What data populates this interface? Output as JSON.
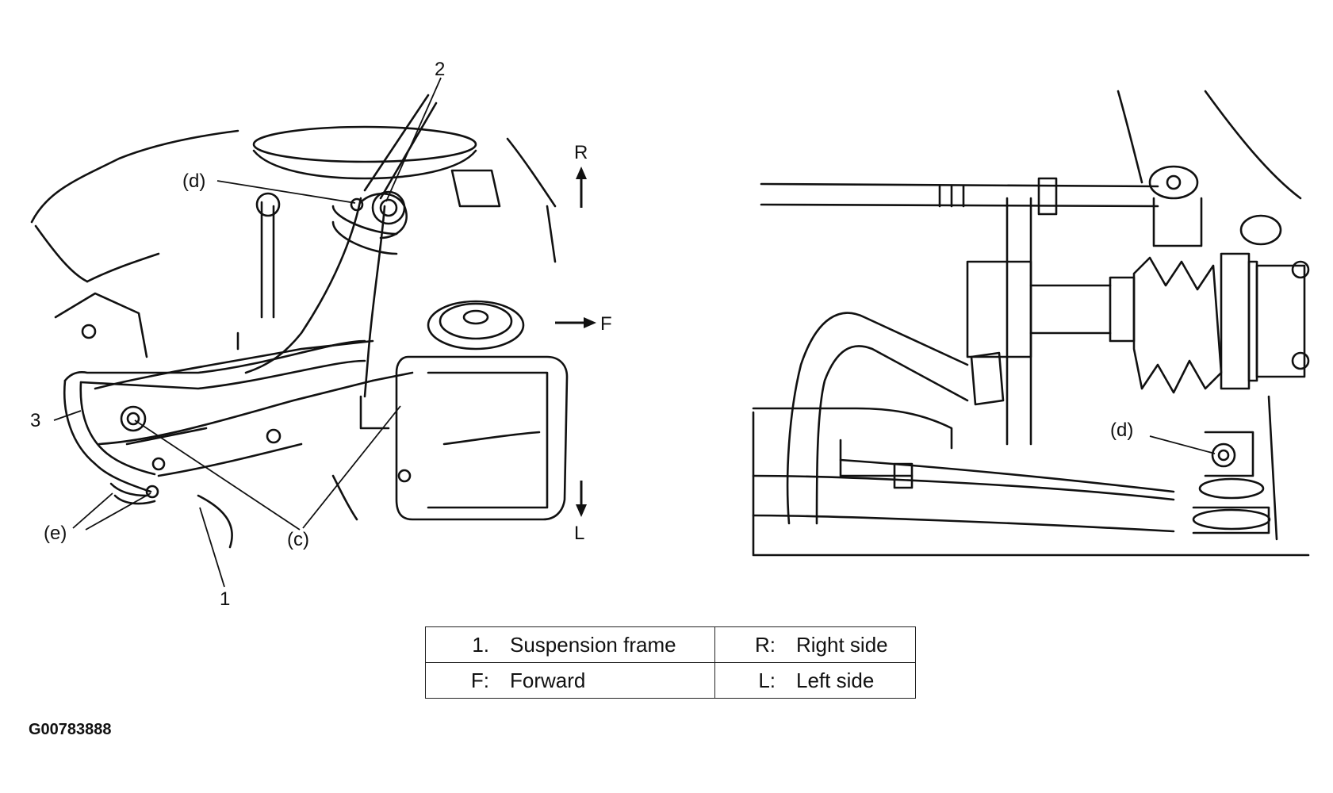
{
  "labels": {
    "left": {
      "part_1": "1",
      "part_2": "2",
      "part_3": "3",
      "point_c": "(c)",
      "point_d": "(d)",
      "point_e": "(e)",
      "dir_R": "R",
      "dir_F": "F",
      "dir_L": "L"
    },
    "right": {
      "point_d": "(d)"
    }
  },
  "legend": {
    "rows": [
      {
        "key_left": "1.",
        "val_left": "Suspension frame",
        "key_right": "R:",
        "val_right": "Right side"
      },
      {
        "key_left": "F:",
        "val_left": "Forward",
        "key_right": "L:",
        "val_right": "Left side"
      }
    ]
  },
  "figure_id": "G00783888"
}
